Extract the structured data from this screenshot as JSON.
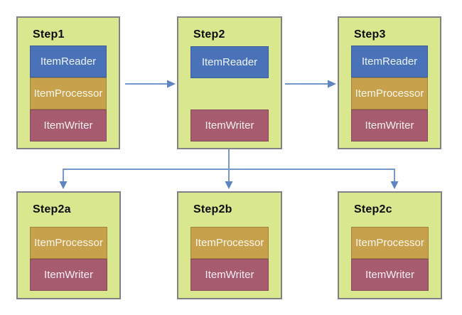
{
  "diagram": {
    "kind": "batch-step-flow"
  },
  "colors": {
    "step_box_fill": "#d9e88f",
    "step_box_border": "#7f8186",
    "item_reader_fill": "#4a72b8",
    "item_processor_fill": "#c7a14b",
    "item_writer_fill": "#a75b6f",
    "arrow_line": "#7698cd",
    "arrow_head": "#5d85c4",
    "title_text": "#0d0d0d",
    "component_text": "#ffffff"
  },
  "steps": [
    {
      "title": "Step1",
      "components": [
        {
          "type": "reader",
          "label": "ItemReader"
        },
        {
          "type": "processor",
          "label": "ItemProcessor"
        },
        {
          "type": "writer",
          "label": "ItemWriter"
        }
      ]
    },
    {
      "title": "Step2",
      "components": [
        {
          "type": "reader",
          "label": "ItemReader"
        },
        {
          "type": "writer",
          "label": "ItemWriter"
        }
      ]
    },
    {
      "title": "Step3",
      "components": [
        {
          "type": "reader",
          "label": "ItemReader"
        },
        {
          "type": "processor",
          "label": "ItemProcessor"
        },
        {
          "type": "writer",
          "label": "ItemWriter"
        }
      ]
    },
    {
      "title": "Step2a",
      "components": [
        {
          "type": "processor",
          "label": "ItemProcessor"
        },
        {
          "type": "writer",
          "label": "ItemWriter"
        }
      ]
    },
    {
      "title": "Step2b",
      "components": [
        {
          "type": "processor",
          "label": "ItemProcessor"
        },
        {
          "type": "writer",
          "label": "ItemWriter"
        }
      ]
    },
    {
      "title": "Step2c",
      "components": [
        {
          "type": "processor",
          "label": "ItemProcessor"
        },
        {
          "type": "writer",
          "label": "ItemWriter"
        }
      ]
    }
  ],
  "connections": [
    {
      "from": "Step1",
      "to": "Step2"
    },
    {
      "from": "Step2",
      "to": "Step3"
    },
    {
      "from": "Step2",
      "to": "Step2a"
    },
    {
      "from": "Step2",
      "to": "Step2b"
    },
    {
      "from": "Step2",
      "to": "Step2c"
    }
  ]
}
